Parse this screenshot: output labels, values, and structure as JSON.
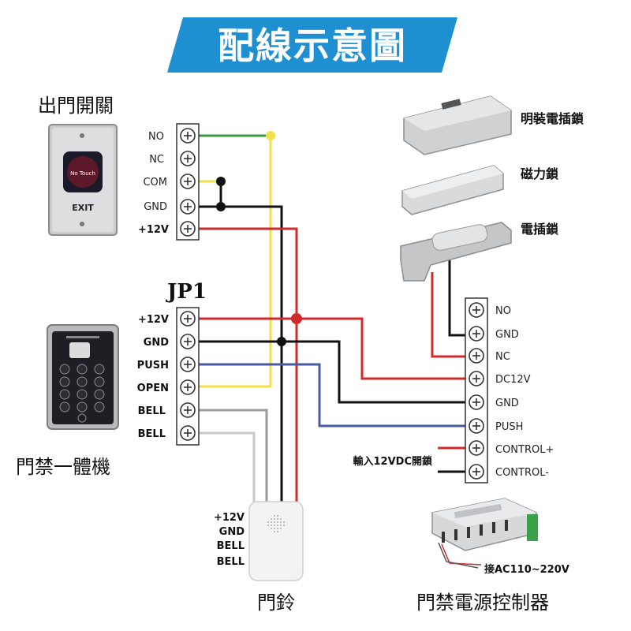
{
  "title": "配線示意圖",
  "exit_switch": {
    "label": "出門開關",
    "button_text": "No Touch",
    "exit_text": "EXIT",
    "terminals": [
      "NO",
      "NC",
      "COM",
      "GND",
      "+12V"
    ]
  },
  "jp1": {
    "label": "JP1",
    "terminals": [
      "+12V",
      "GND",
      "PUSH",
      "OPEN",
      "BELL",
      "BELL"
    ]
  },
  "keypad_unit": {
    "label": "門禁一體機"
  },
  "locks": {
    "surface_lock": "明裝電插鎖",
    "magnetic_lock": "磁力鎖",
    "electric_bolt": "電插鎖"
  },
  "power_supply": {
    "label": "門禁電源控制器",
    "terminals": [
      "NO",
      "GND",
      "NC",
      "DC12V",
      "GND",
      "PUSH",
      "CONTROL+",
      "CONTROL-"
    ],
    "input_note": "輸入12VDC開鎖",
    "ac_note": "接AC110~220V"
  },
  "doorbell": {
    "label": "門鈴",
    "terminals": [
      "+12V",
      "GND",
      "BELL",
      "BELL"
    ]
  },
  "colors": {
    "title_bg": "#1e8fd0",
    "red_wire": "#d02a2a",
    "black_wire": "#111111",
    "yellow_wire": "#f2e04a",
    "green_wire": "#3a9a3a",
    "blue_wire": "#4a5aa0",
    "gray_wire": "#b5b5b5"
  }
}
